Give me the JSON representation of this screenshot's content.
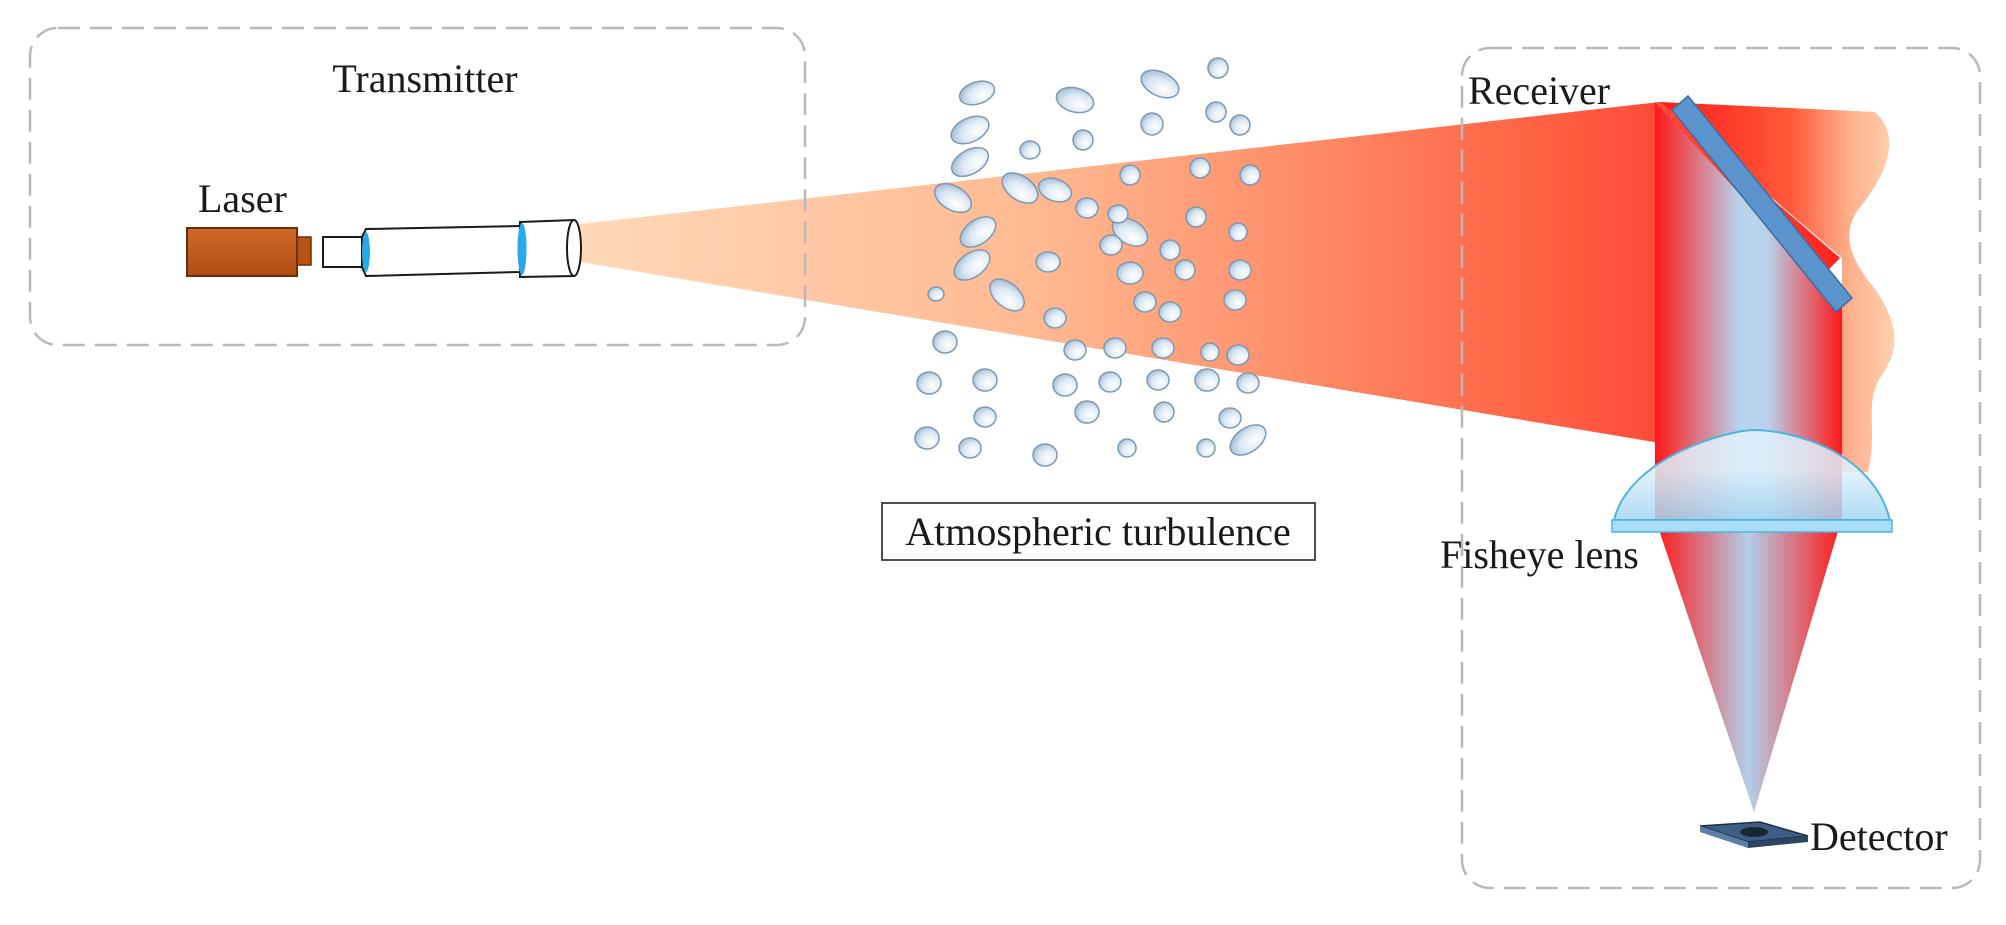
{
  "transmitter_label": "Transmitter",
  "laser_label": "Laser",
  "turbulence_label": "Atmospheric turbulence",
  "receiver_label": "Receiver",
  "fisheye_lens_label": "Fisheye lens",
  "detector_label": "Detector",
  "colors": {
    "box_border": "#b9b9b9",
    "laser_body": "#c0561a",
    "beam_orange": "#ffc196",
    "beam_red": "#ff2020",
    "mirror": "#5b93cc",
    "lens": "#bfe2f6",
    "droplet": "#cfe0ef",
    "tube_ring": "#29a9e6"
  }
}
